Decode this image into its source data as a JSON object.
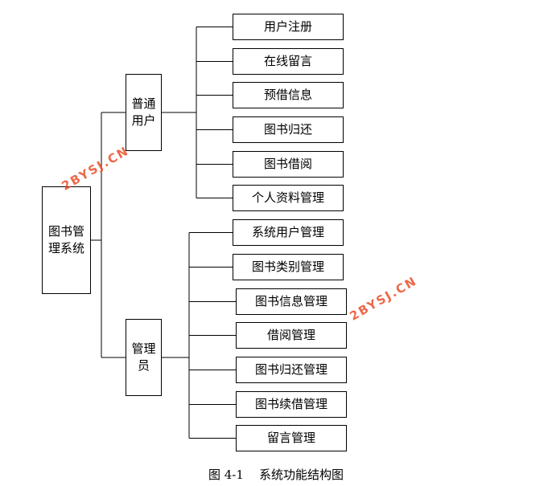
{
  "colors": {
    "line": "#000000",
    "box_border": "#000000",
    "watermark": "#e8502a"
  },
  "tree": {
    "root": {
      "label": "图书管\n理系统"
    },
    "branches": [
      {
        "label": "普通\n用户",
        "children": [
          "用户注册",
          "在线留言",
          "预借信息",
          "图书归还",
          "图书借阅",
          "个人资料管理"
        ]
      },
      {
        "label": "管理\n员",
        "children": [
          "系统用户管理",
          "图书类别管理",
          "图书信息管理",
          "借阅管理",
          "图书归还管理",
          "图书续借管理",
          "留言管理"
        ]
      }
    ]
  },
  "watermarks": [
    "2BYSJ.CN",
    "2BYSJ.CN"
  ],
  "caption": "图 4-1    系统功能结构图"
}
